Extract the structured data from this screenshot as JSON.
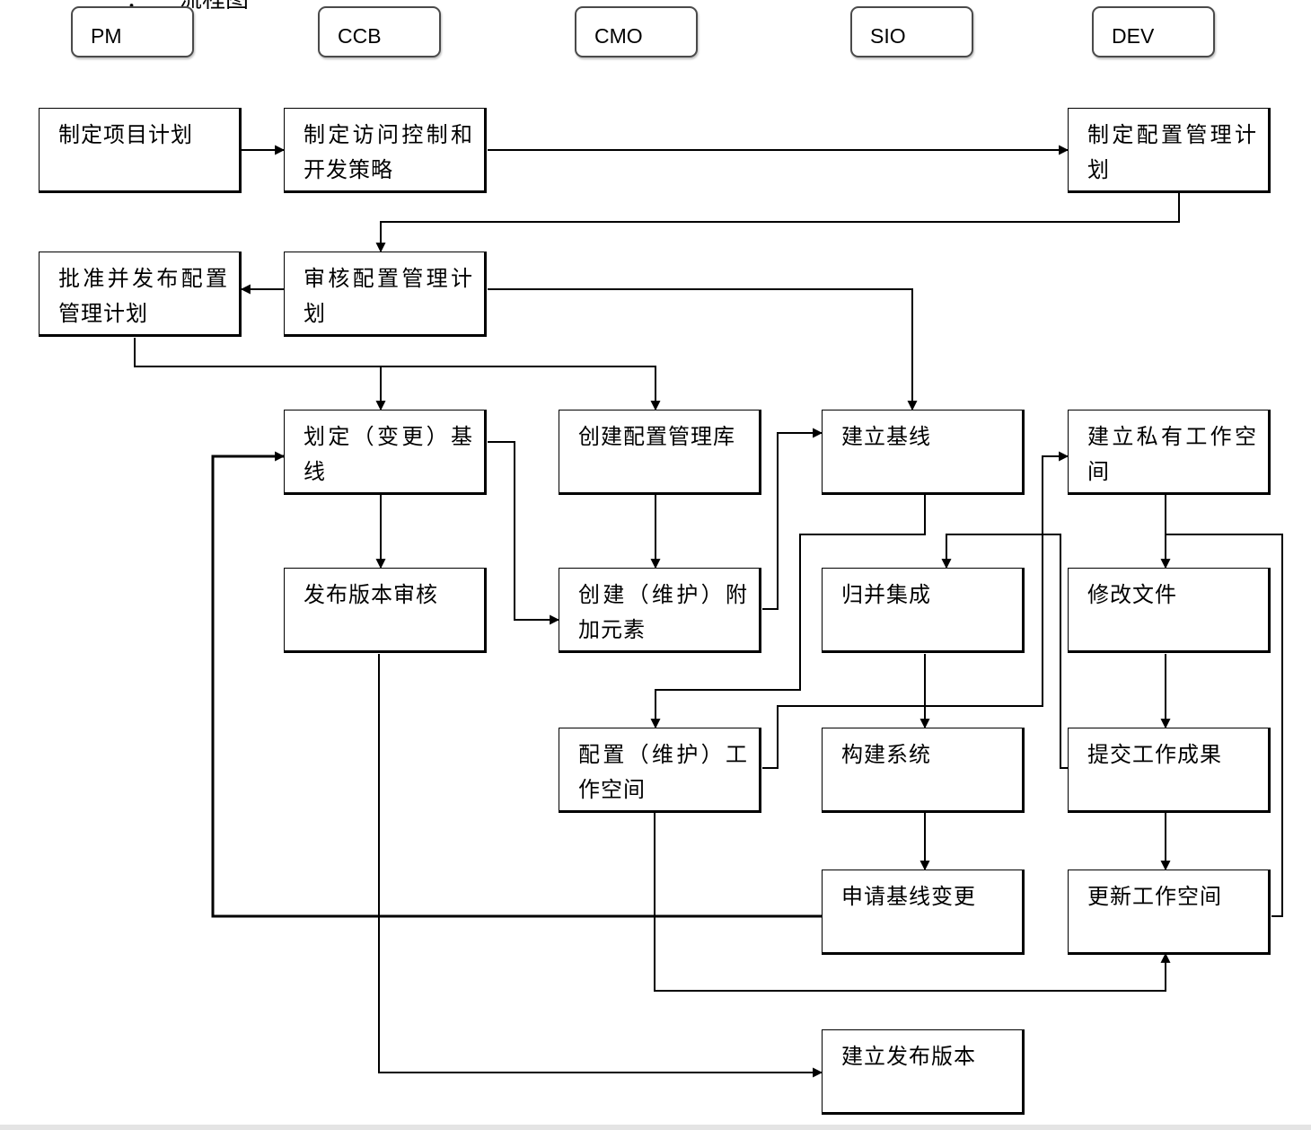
{
  "title_fragment": "：    流程图",
  "lanes": [
    {
      "label": "PM"
    },
    {
      "label": "CCB"
    },
    {
      "label": "CMO"
    },
    {
      "label": "SIO"
    },
    {
      "label": "DEV"
    }
  ],
  "steps": {
    "make_project_plan": "制定项目计划",
    "make_access_strategy": "制定访问控制和开发策略",
    "make_cm_plan": "制定配置管理计划",
    "approve_cm_plan": "批准并发布配置管理计划",
    "review_cm_plan": "审核配置管理计划",
    "define_baseline": "划定（变更）基线",
    "create_cm_library": "创建配置管理库",
    "establish_baseline": "建立基线",
    "create_private_workspace": "建立私有工作空间",
    "release_audit": "发布版本审核",
    "maintain_extra_elements": "创建（维护）附加元素",
    "merge_integrate": "归并集成",
    "modify_files": "修改文件",
    "configure_workspace": "配置（维护）工作空间",
    "build_system": "构建系统",
    "submit_work": "提交工作成果",
    "request_baseline_change": "申请基线变更",
    "update_workspace": "更新工作空间",
    "build_release": "建立发布版本"
  }
}
